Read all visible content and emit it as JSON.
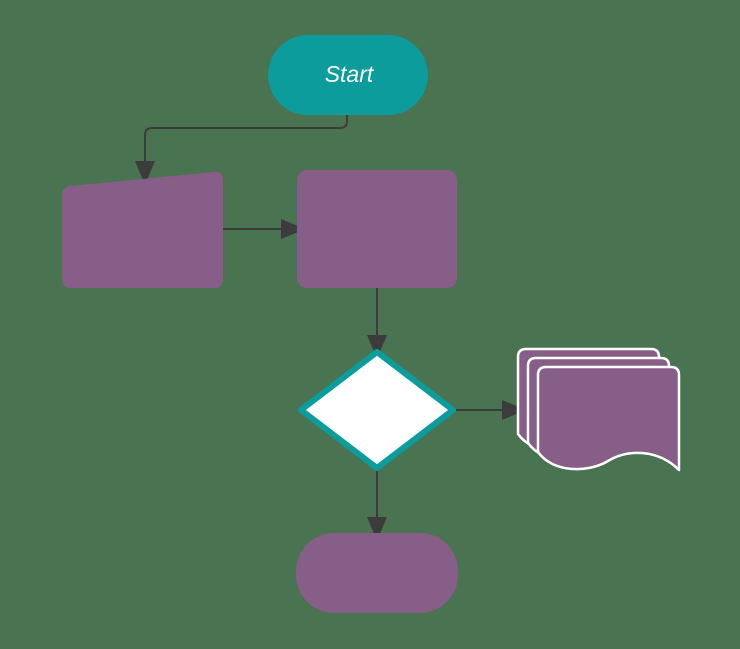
{
  "diagram": {
    "type": "flowchart",
    "background": "#497351",
    "colors": {
      "bg": "#497351",
      "teal": "#0C9C9C",
      "purple": "#875E88",
      "connector": "#3C3C3C",
      "node-text": "#FFFFFF"
    },
    "nodes": [
      {
        "id": "start",
        "shape": "rounded-pill",
        "label": "Start",
        "fill": "#0C9C9C",
        "text_color": "#FFFFFF"
      },
      {
        "id": "manual-input",
        "shape": "manual-input",
        "label": "",
        "fill": "#875E88"
      },
      {
        "id": "process",
        "shape": "rectangle",
        "label": "",
        "fill": "#875E88"
      },
      {
        "id": "decision",
        "shape": "diamond",
        "label": "",
        "fill": "#FFFFFF",
        "border": "#0C9C9C"
      },
      {
        "id": "multi-document",
        "shape": "multi-document",
        "label": "",
        "fill": "#875E88",
        "border": "#FFFFFF",
        "pages": 3
      },
      {
        "id": "end",
        "shape": "terminator",
        "label": "",
        "fill": "#875E88"
      }
    ],
    "edges": [
      {
        "from": "start",
        "to": "manual-input"
      },
      {
        "from": "manual-input",
        "to": "process"
      },
      {
        "from": "process",
        "to": "decision"
      },
      {
        "from": "decision",
        "to": "multi-document"
      },
      {
        "from": "decision",
        "to": "end"
      }
    ]
  }
}
